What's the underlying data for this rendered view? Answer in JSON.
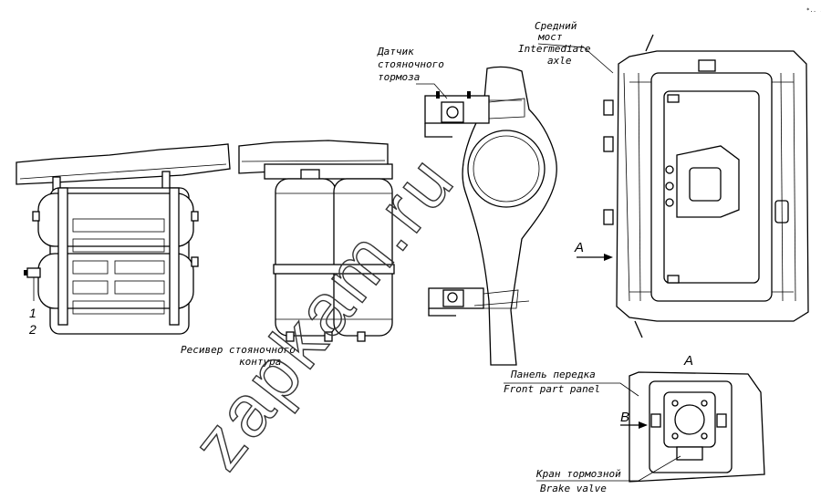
{
  "page_marker": "*.. ...",
  "labels": {
    "sensor_ru_1": "Датчик",
    "sensor_ru_2": "стояночного",
    "sensor_ru_3": "тормоза",
    "axle_ru_1": "Средний",
    "axle_ru_2": "мост",
    "axle_en_1": "Intermediate",
    "axle_en_2": "axle",
    "receiver_ru_1": "Ресивер стояночного",
    "receiver_ru_2": "контура",
    "part_1": "1",
    "part_2": "2",
    "view_a_arrow": "A",
    "view_a_title": "A",
    "panel_ru": "Панель передка",
    "panel_en": "Front part panel",
    "view_b": "B",
    "valve_ru": "Кран тормозной",
    "valve_en": "Brake valve"
  },
  "watermark": "zapkam.ru"
}
